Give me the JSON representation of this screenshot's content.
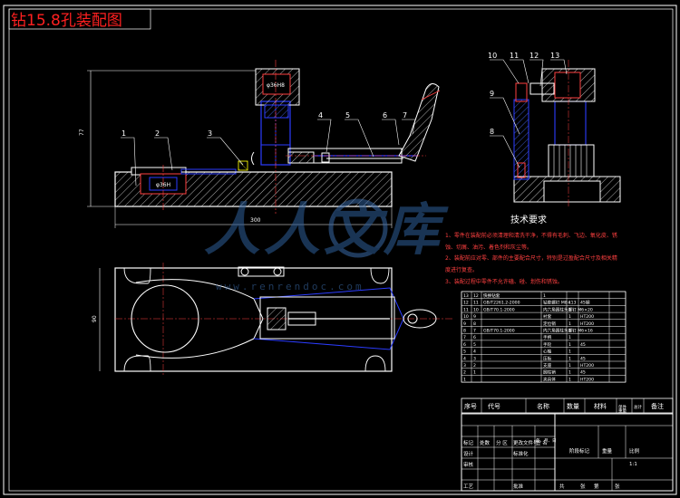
{
  "title": "钻15.8孔装配图",
  "dimensions": {
    "height": "77",
    "width": "300",
    "depth": "90"
  },
  "callouts": {
    "front": [
      "1",
      "2",
      "3",
      "4",
      "5",
      "6",
      "7"
    ],
    "side": [
      "8",
      "9",
      "10",
      "11",
      "12",
      "13"
    ]
  },
  "part_labels": {
    "upper": "φ36H8",
    "lower": "φ36H"
  },
  "tech": {
    "heading": "技术要求",
    "lines": [
      "1、零件在装配前必须清理和清洗干净，不得有毛刺、飞边、氧化皮、锈",
      "蚀、切屑、油污、着色剂和灰尘等。",
      "2、装配前应对零、部件的主要配合尺寸，特别是过盈配合尺寸及相关精",
      "度进行复查。",
      "3、装配过程中零件不允许磕、碰、划伤和锈蚀。"
    ]
  },
  "watermark": {
    "text": "人人文库",
    "url": "www.renrendoc.com"
  },
  "bom_rows": [
    [
      "13",
      "12",
      "快换钻套",
      "1",
      "",
      ""
    ],
    [
      "12",
      "11",
      "GB/T2261.2-2000",
      "钻套螺钉 M8×13",
      "1",
      "45钢"
    ],
    [
      "11",
      "10",
      "GB/T70.1-2000",
      "内六角圆柱头螺钉 M6×20",
      "1",
      ""
    ],
    [
      "10",
      "9",
      "",
      "衬套",
      "1",
      "HT200"
    ],
    [
      "9",
      "8",
      "",
      "定位销",
      "1",
      "HT200"
    ],
    [
      "8",
      "7",
      "GB/T70.1-2000",
      "内六角圆柱头螺钉 M6×16",
      "1",
      ""
    ],
    [
      "7",
      "6",
      "",
      "手柄",
      "1",
      ""
    ],
    [
      "6",
      "5",
      "",
      "手轮",
      "1",
      "45"
    ],
    [
      "5",
      "4",
      "",
      "心轴",
      "1",
      ""
    ],
    [
      "4",
      "3",
      "",
      "压板",
      "1",
      "45"
    ],
    [
      "3",
      "2",
      "",
      "支座",
      "1",
      "HT200"
    ],
    [
      "2",
      "1",
      "",
      "圆柱销",
      "1",
      "45"
    ],
    [
      "1",
      "",
      "",
      "夹具体",
      "1",
      "HT200"
    ]
  ],
  "bom_header": {
    "seq": "序号",
    "code": "代号",
    "name": "名称",
    "qty": "数量",
    "material": "材料",
    "unit": "单件",
    "total": "总计",
    "weight": "重量",
    "note": "备注"
  },
  "title_block": {
    "r1": [
      "标记",
      "处数",
      "分 区",
      "更改文件号",
      "签 名",
      "年、月、日"
    ],
    "designer": "设计",
    "standard": "标准化",
    "stage": "阶段标记",
    "weight": "重量",
    "scale": "比例",
    "scale_value": "1:1",
    "review": "审核",
    "process": "工艺",
    "approve": "批准",
    "sheet_total": "共",
    "sheet_label": "张",
    "sheet_no": "第",
    "sheet_no_label": "张"
  }
}
